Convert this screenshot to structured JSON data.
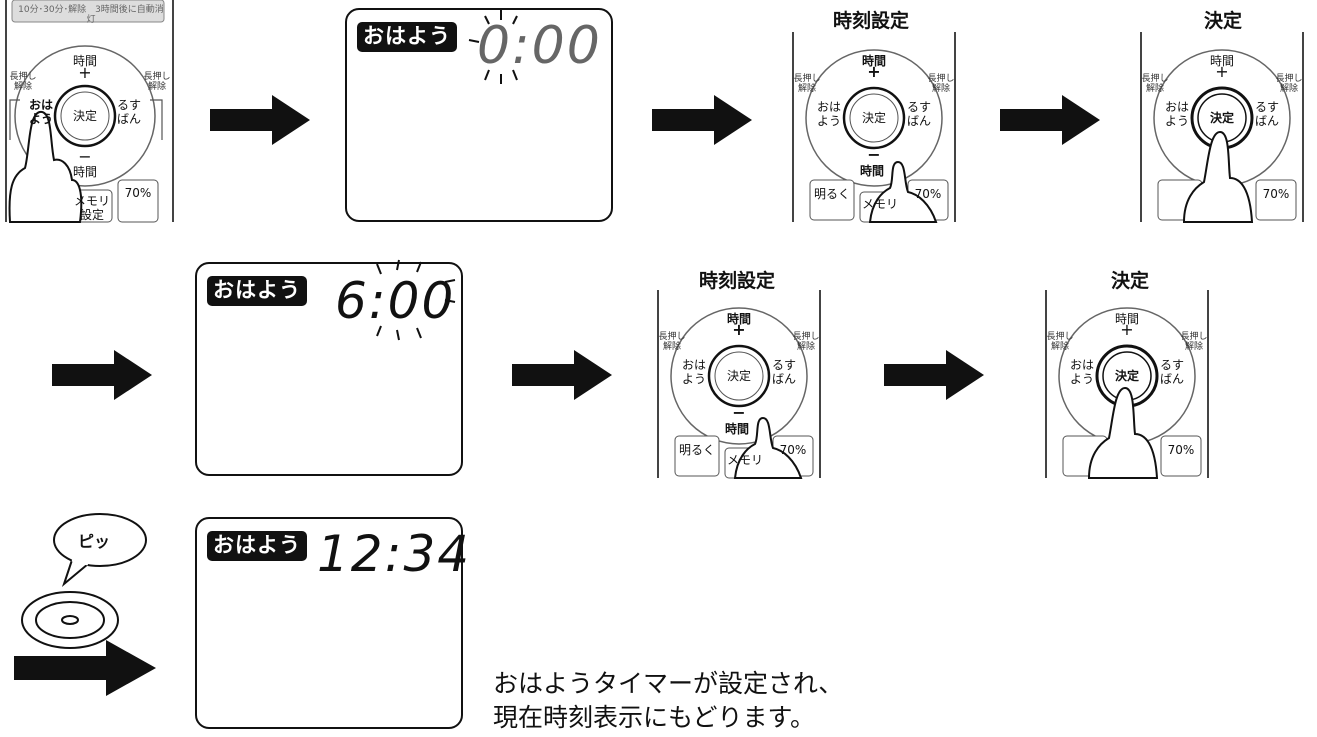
{
  "display": {
    "badge": "おはよう",
    "time_blink_zero": "0:00",
    "time_blink_six": "6:00",
    "time_set": "12:34"
  },
  "steps": {
    "time_set_title": "時刻設定",
    "confirm_title": "決定"
  },
  "remote": {
    "top_strip": "10分･30分･解除　3時間後に自動消灯",
    "hour_label": "時間",
    "plus": "+",
    "minus": "−",
    "long_press": "長押し",
    "release": "解除",
    "ohayo": "おは\nよう",
    "rusuban": "るす\nばん",
    "kettei": "決定",
    "akaruku": "明るく",
    "memory": "メモリ",
    "settei": "設定",
    "percent": "70%"
  },
  "beep": {
    "text": "ピッ"
  },
  "caption": {
    "line1": "おはようタイマーが設定され、",
    "line2": "現在時刻表示にもどります。"
  }
}
